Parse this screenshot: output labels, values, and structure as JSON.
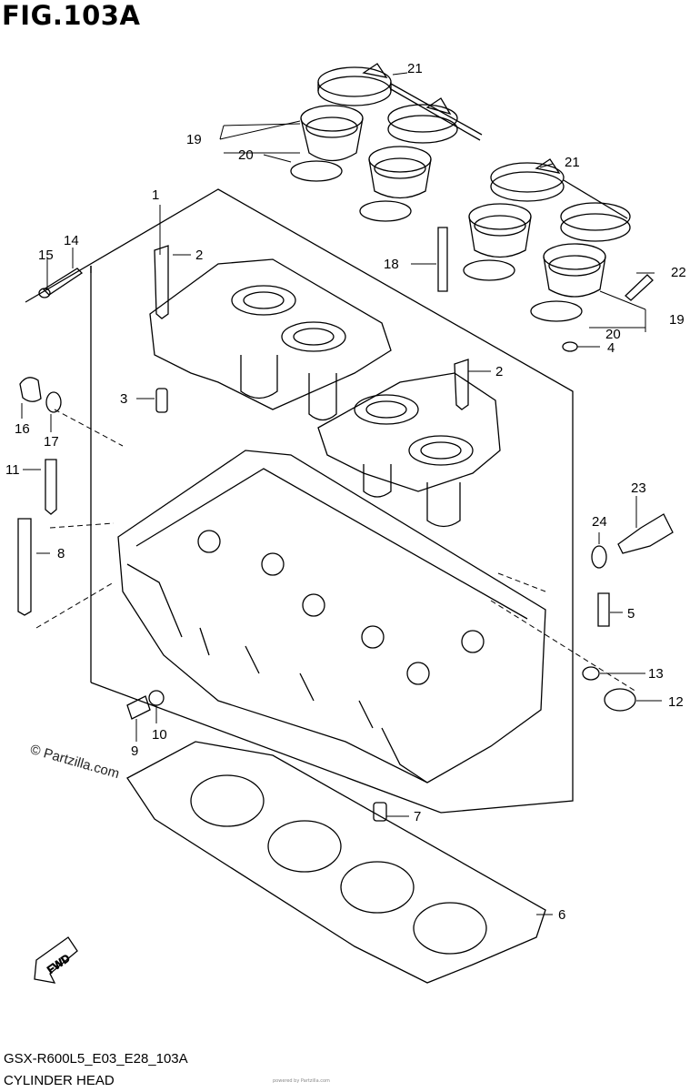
{
  "figure_title": "FIG.103A",
  "footer": {
    "model_code": "GSX-R600L5_E03_E28_103A",
    "section_name": "CYLINDER HEAD",
    "fine_print": "powered by Partzilla.com"
  },
  "watermark": "© Partzilla.com",
  "fwd_label": "FWD",
  "callouts": {
    "c1": "1",
    "c2a": "2",
    "c2b": "2",
    "c3": "3",
    "c4": "4",
    "c5": "5",
    "c6": "6",
    "c7": "7",
    "c8": "8",
    "c9": "9",
    "c10": "10",
    "c11": "11",
    "c12": "12",
    "c13": "13",
    "c14": "14",
    "c15": "15",
    "c16": "16",
    "c17": "17",
    "c18": "18",
    "c19a": "19",
    "c19b": "19",
    "c20a": "20",
    "c20b": "20",
    "c21a": "21",
    "c21b": "21",
    "c22": "22",
    "c23": "23",
    "c24": "24"
  },
  "colors": {
    "line": "#000000",
    "background": "#ffffff"
  }
}
